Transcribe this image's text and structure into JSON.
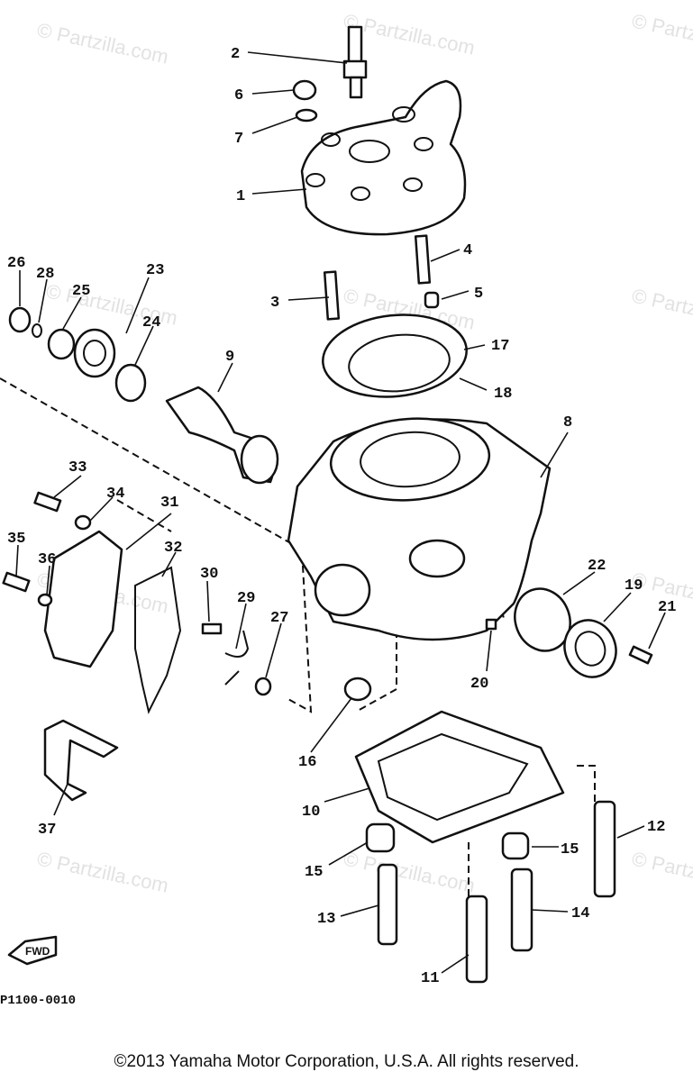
{
  "diagram_code": "P1100-0010",
  "watermark": "© Partzilla.com",
  "copyright": "©2013 Yamaha Motor Corporation, U.S.A. All rights reserved.",
  "fwd_label": "FWD",
  "callouts": [
    "1",
    "2",
    "3",
    "4",
    "5",
    "6",
    "7",
    "8",
    "9",
    "10",
    "11",
    "12",
    "13",
    "14",
    "15",
    "15",
    "16",
    "17",
    "18",
    "19",
    "20",
    "21",
    "22",
    "23",
    "24",
    "25",
    "26",
    "27",
    "28",
    "29",
    "30",
    "31",
    "32",
    "33",
    "34",
    "35",
    "36",
    "37"
  ]
}
